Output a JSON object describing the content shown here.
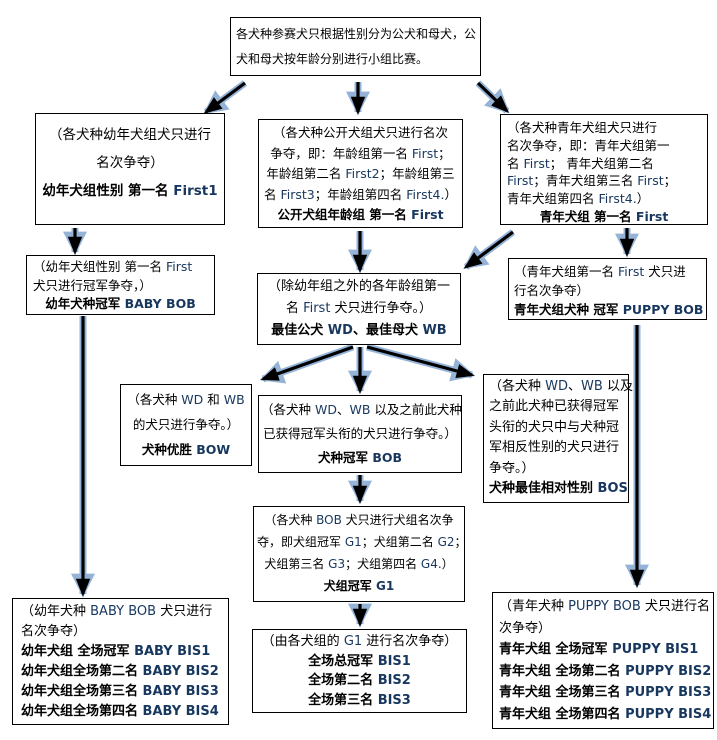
{
  "colors": {
    "english_accent": "#17375E",
    "arrow_glow": "#95B3D7",
    "arrow_core": "#000000",
    "border": "#000000",
    "background": "#FFFFFF"
  },
  "nodes": {
    "root": {
      "lines": [
        [
          {
            "t": "各犬种参赛犬只根据性别分为公犬和母犬，公",
            "s": "n"
          }
        ],
        [
          {
            "t": "犬和母犬按年龄分别进行小组比赛。",
            "s": "n"
          }
        ]
      ]
    },
    "baby_first": {
      "lines": [
        [
          {
            "t": "（各犬种幼年犬组犬只进行",
            "s": "n"
          }
        ],
        [
          {
            "t": "名次争夺）",
            "s": "n"
          }
        ],
        [
          {
            "t": "幼年犬组性别 第一名 ",
            "s": "b"
          },
          {
            "t": "First1",
            "s": "eb"
          }
        ]
      ]
    },
    "open_first": {
      "lines": [
        [
          {
            "t": "（各犬种公开犬组犬只进行名次",
            "s": "n"
          }
        ],
        [
          {
            "t": "争夺，即：年龄组第一名 ",
            "s": "n"
          },
          {
            "t": "First",
            "s": "e"
          },
          {
            "t": "；",
            "s": "n"
          }
        ],
        [
          {
            "t": "年龄组第二名 ",
            "s": "n"
          },
          {
            "t": "First2",
            "s": "e"
          },
          {
            "t": "；年龄组第三",
            "s": "n"
          }
        ],
        [
          {
            "t": "名 ",
            "s": "n"
          },
          {
            "t": "First3",
            "s": "e"
          },
          {
            "t": "；年龄组第四名 ",
            "s": "n"
          },
          {
            "t": "First4.",
            "s": "e"
          },
          {
            "t": "）",
            "s": "n"
          }
        ],
        [
          {
            "t": "公开犬组年龄组 第一名 ",
            "s": "b"
          },
          {
            "t": "First",
            "s": "eb"
          }
        ]
      ]
    },
    "puppy_first": {
      "lines": [
        [
          {
            "t": "（各犬种青年犬组犬只进行",
            "s": "n"
          }
        ],
        [
          {
            "t": "名次争夺，即：青年犬组第一",
            "s": "n"
          }
        ],
        [
          {
            "t": "名 ",
            "s": "n"
          },
          {
            "t": "First",
            "s": "e"
          },
          {
            "t": "； 青年犬组第二名",
            "s": "n"
          }
        ],
        [
          {
            "t": "First",
            "s": "e"
          },
          {
            "t": "；青年犬组第三名 ",
            "s": "n"
          },
          {
            "t": "First",
            "s": "e"
          },
          {
            "t": "；",
            "s": "n"
          }
        ],
        [
          {
            "t": "青年犬组第四名 ",
            "s": "n"
          },
          {
            "t": "First4.",
            "s": "e"
          },
          {
            "t": "）",
            "s": "n"
          }
        ],
        [
          {
            "t": "青年犬组 第一名 ",
            "s": "b"
          },
          {
            "t": "First",
            "s": "eb"
          }
        ]
      ]
    },
    "baby_bob": {
      "lines": [
        [
          {
            "t": "（幼年犬组性别 第一名 ",
            "s": "n"
          },
          {
            "t": "First",
            "s": "e"
          }
        ],
        [
          {
            "t": "犬只进行冠军争夺，）",
            "s": "n"
          }
        ],
        [
          {
            "t": "幼年犬种冠军 ",
            "s": "b"
          },
          {
            "t": "BABY BOB",
            "s": "eb"
          }
        ]
      ]
    },
    "wd_wb": {
      "lines": [
        [
          {
            "t": "（除幼年组之外的各年龄组第一",
            "s": "n"
          }
        ],
        [
          {
            "t": "名 ",
            "s": "n"
          },
          {
            "t": "First",
            "s": "e"
          },
          {
            "t": " 犬只进行争夺。）",
            "s": "n"
          }
        ],
        [
          {
            "t": "最佳公犬 ",
            "s": "b"
          },
          {
            "t": "WD",
            "s": "eb"
          },
          {
            "t": "、最佳母犬 ",
            "s": "b"
          },
          {
            "t": "WB",
            "s": "eb"
          }
        ]
      ]
    },
    "puppy_bob": {
      "lines": [
        [
          {
            "t": "（青年犬组第一名 ",
            "s": "n"
          },
          {
            "t": "First",
            "s": "e"
          },
          {
            "t": " 犬只进",
            "s": "n"
          }
        ],
        [
          {
            "t": "行名次争夺）",
            "s": "n"
          }
        ],
        [
          {
            "t": "青年犬组犬种 冠军 ",
            "s": "b"
          },
          {
            "t": "PUPPY BOB",
            "s": "eb"
          }
        ]
      ]
    },
    "bow": {
      "lines": [
        [
          {
            "t": "（各犬种 ",
            "s": "n"
          },
          {
            "t": "WD",
            "s": "e"
          },
          {
            "t": " 和 ",
            "s": "n"
          },
          {
            "t": "WB",
            "s": "e"
          }
        ],
        [
          {
            "t": "的犬只进行争夺。）",
            "s": "n"
          }
        ],
        [
          {
            "t": "犬种优胜 ",
            "s": "b"
          },
          {
            "t": "BOW",
            "s": "eb"
          }
        ]
      ]
    },
    "bob": {
      "lines": [
        [
          {
            "t": "（各犬种 ",
            "s": "n"
          },
          {
            "t": "WD",
            "s": "e"
          },
          {
            "t": "、",
            "s": "n"
          },
          {
            "t": "WB",
            "s": "e"
          },
          {
            "t": " 以及之前此犬种",
            "s": "n"
          }
        ],
        [
          {
            "t": "已获得冠军头衔的犬只进行争夺。）",
            "s": "n"
          }
        ],
        [
          {
            "t": "犬种冠军 ",
            "s": "b"
          },
          {
            "t": "BOB",
            "s": "eb"
          }
        ]
      ]
    },
    "bos": {
      "lines": [
        [
          {
            "t": "（各犬种 ",
            "s": "n"
          },
          {
            "t": "WD",
            "s": "e"
          },
          {
            "t": "、",
            "s": "n"
          },
          {
            "t": "WB",
            "s": "e"
          },
          {
            "t": " 以及",
            "s": "n"
          }
        ],
        [
          {
            "t": "之前此犬种已获得冠军",
            "s": "n"
          }
        ],
        [
          {
            "t": "头衔的犬只中与犬种冠",
            "s": "n"
          }
        ],
        [
          {
            "t": "军相反性别的犬只进行",
            "s": "n"
          }
        ],
        [
          {
            "t": "争夺。）",
            "s": "n"
          }
        ],
        [
          {
            "t": "犬种最佳相对性别 ",
            "s": "b"
          },
          {
            "t": "BOS",
            "s": "eb"
          }
        ]
      ]
    },
    "g1": {
      "lines": [
        [
          {
            "t": "（各犬种 ",
            "s": "n"
          },
          {
            "t": "BOB",
            "s": "e"
          },
          {
            "t": " 犬只进行犬组名次争",
            "s": "n"
          }
        ],
        [
          {
            "t": "夺，即犬组冠军 ",
            "s": "n"
          },
          {
            "t": "G1",
            "s": "e"
          },
          {
            "t": "；犬组第二名 ",
            "s": "n"
          },
          {
            "t": "G2",
            "s": "e"
          },
          {
            "t": "；",
            "s": "n"
          }
        ],
        [
          {
            "t": "犬组第三名 ",
            "s": "n"
          },
          {
            "t": "G3",
            "s": "e"
          },
          {
            "t": "；犬组第四名 ",
            "s": "n"
          },
          {
            "t": "G4.",
            "s": "e"
          },
          {
            "t": "）",
            "s": "n"
          }
        ],
        [
          {
            "t": "犬组冠军 ",
            "s": "b"
          },
          {
            "t": "G1",
            "s": "eb"
          }
        ]
      ]
    },
    "bis": {
      "lines": [
        [
          {
            "t": "（由各犬组的 ",
            "s": "n"
          },
          {
            "t": "G1",
            "s": "e"
          },
          {
            "t": " 进行名次争夺）",
            "s": "n"
          }
        ],
        [
          {
            "t": "全场总冠军 ",
            "s": "b"
          },
          {
            "t": "BIS1",
            "s": "eb"
          }
        ],
        [
          {
            "t": "全场第二名 ",
            "s": "b"
          },
          {
            "t": "BIS2",
            "s": "eb"
          }
        ],
        [
          {
            "t": "全场第三名 ",
            "s": "b"
          },
          {
            "t": "BIS3",
            "s": "eb"
          }
        ]
      ]
    },
    "baby_bis": {
      "lines": [
        [
          {
            "t": "（幼年犬种 ",
            "s": "n"
          },
          {
            "t": "BABY BOB",
            "s": "e"
          },
          {
            "t": " 犬只进行",
            "s": "n"
          }
        ],
        [
          {
            "t": "名次争夺）",
            "s": "n"
          }
        ],
        [
          {
            "t": "幼年犬组 全场冠军  ",
            "s": "b"
          },
          {
            "t": "BABY BIS1",
            "s": "eb"
          }
        ],
        [
          {
            "t": "幼年犬组全场第二名 ",
            "s": "b"
          },
          {
            "t": "BABY BIS2",
            "s": "eb"
          }
        ],
        [
          {
            "t": "幼年犬组全场第三名 ",
            "s": "b"
          },
          {
            "t": "BABY BIS3",
            "s": "eb"
          }
        ],
        [
          {
            "t": "幼年犬组全场第四名 ",
            "s": "b"
          },
          {
            "t": "BABY BIS4",
            "s": "eb"
          }
        ]
      ]
    },
    "puppy_bis": {
      "lines": [
        [
          {
            "t": "（青年犬种 ",
            "s": "n"
          },
          {
            "t": "PUPPY BOB",
            "s": "e"
          },
          {
            "t": " 犬只进行名",
            "s": "n"
          }
        ],
        [
          {
            "t": "次争夺）",
            "s": "n"
          }
        ],
        [
          {
            "t": "青年犬组  全场冠军 ",
            "s": "b"
          },
          {
            "t": "PUPPY BIS1",
            "s": "eb"
          }
        ],
        [
          {
            "t": "青年犬组 全场第二名 ",
            "s": "b"
          },
          {
            "t": "PUPPY BIS2",
            "s": "eb"
          }
        ],
        [
          {
            "t": "青年犬组 全场第三名 ",
            "s": "b"
          },
          {
            "t": "PUPPY BIS3",
            "s": "eb"
          }
        ],
        [
          {
            "t": "青年犬组 全场第四名 ",
            "s": "b"
          },
          {
            "t": "PUPPY BIS4",
            "s": "eb"
          }
        ]
      ]
    }
  }
}
